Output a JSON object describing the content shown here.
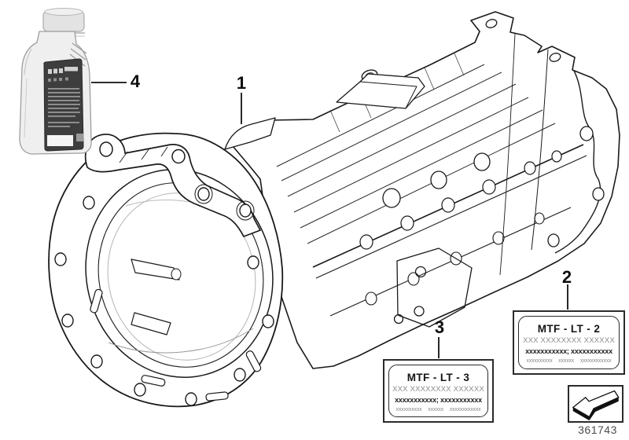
{
  "diagram": {
    "callouts": {
      "c1": "1",
      "c2": "2",
      "c3": "3",
      "c4": "4"
    },
    "labels": {
      "l2": {
        "title": "MTF - LT - 2",
        "line1": "XXX XXXXXXXX XXXXXX",
        "line2": "xxxxxxxxxxx; xxxxxxxxxxx",
        "line3": "xxxxxxxxxx xxxxxx xxxxxxxxxxxx"
      },
      "l3": {
        "title": "MTF - LT - 3",
        "line1": "XXX XXXXXXXX XXXXXX",
        "line2": "xxxxxxxxxxx; xxxxxxxxxxx",
        "line3": "xxxxxxxxxx xxxxxx xxxxxxxxxxxx"
      }
    },
    "drawing_number": "361743",
    "icons": {
      "oil_bottle": "oil-bottle-icon",
      "direction_arrow": "direction-arrow-icon"
    },
    "colors": {
      "line_art": "#1a1a1a",
      "bottle_label_panel": "#3e3e3e",
      "drawing_number_text": "#4d4d4d",
      "background": "#ffffff"
    }
  }
}
